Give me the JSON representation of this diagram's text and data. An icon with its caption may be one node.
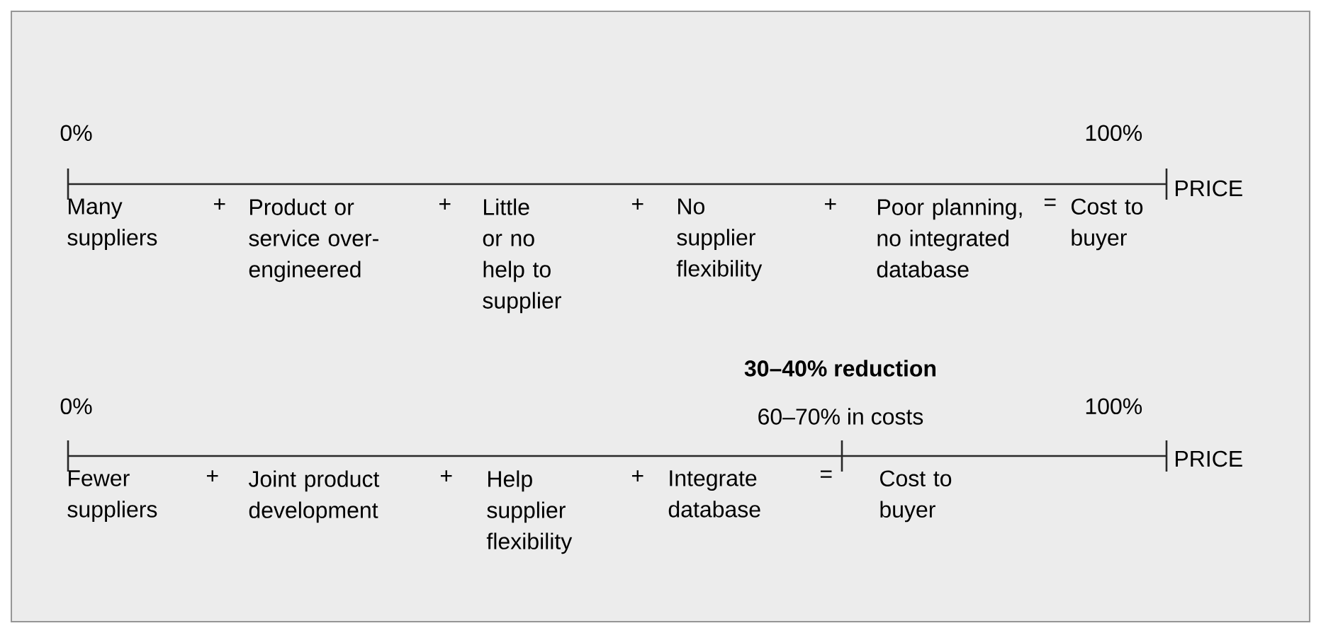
{
  "diagram": {
    "labels": [
      "0%",
      "100%",
      "PRICE",
      "Many suppliers",
      "+",
      "Product or service over-engineered",
      "+",
      "Little or no help to supplier",
      "+",
      "No supplier flexibility",
      "+",
      "Poor planning, no integrated database",
      "=",
      "Cost to buyer",
      "30–40% reduction",
      "0%",
      "60–70% in costs",
      "100%",
      "PRICE",
      "Fewer suppliers",
      "+",
      "Joint product development",
      "+",
      "Help supplier flexibility",
      "+",
      "Integrate database",
      "=",
      "Cost to buyer"
    ]
  }
}
